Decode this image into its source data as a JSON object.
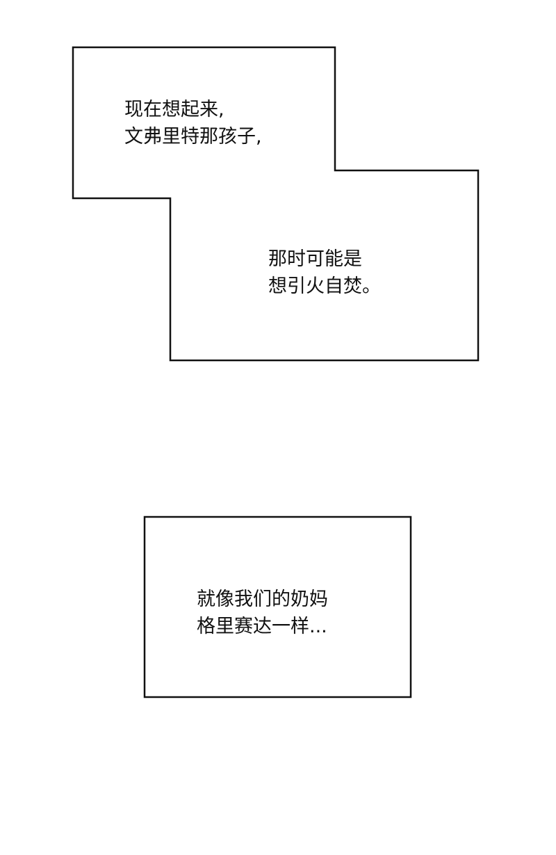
{
  "captions": [
    {
      "lines": [
        "现在想起来,",
        "文弗里特那孩子,"
      ]
    },
    {
      "lines": [
        "那时可能是",
        "想引火自焚。"
      ]
    },
    {
      "lines": [
        "就像我们的奶妈",
        "格里赛达一样..."
      ]
    }
  ]
}
